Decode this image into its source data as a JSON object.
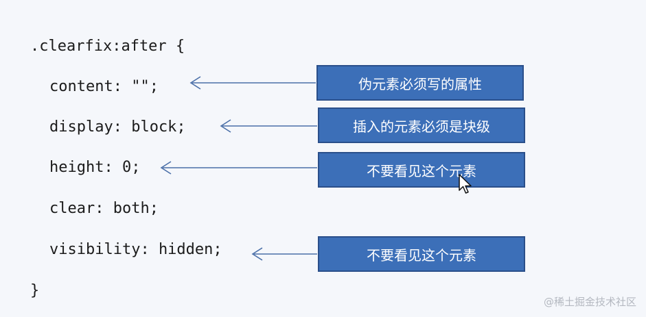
{
  "code_lines": [
    ".clearfix:after {",
    "content: \"\";",
    "display: block;",
    "height: 0;",
    "clear: both;",
    "visibility: hidden;",
    "}"
  ],
  "notes": [
    "伪元素必须写的属性",
    "插入的元素必须是块级",
    "不要看见这个元素",
    "不要看见这个元素"
  ],
  "watermark": "@稀土掘金技术社区",
  "colors": {
    "background": "#f5f7fb",
    "note_fill": "#3c6fb8",
    "note_border": "#2a4f8a",
    "arrow": "#4a6fa8"
  }
}
